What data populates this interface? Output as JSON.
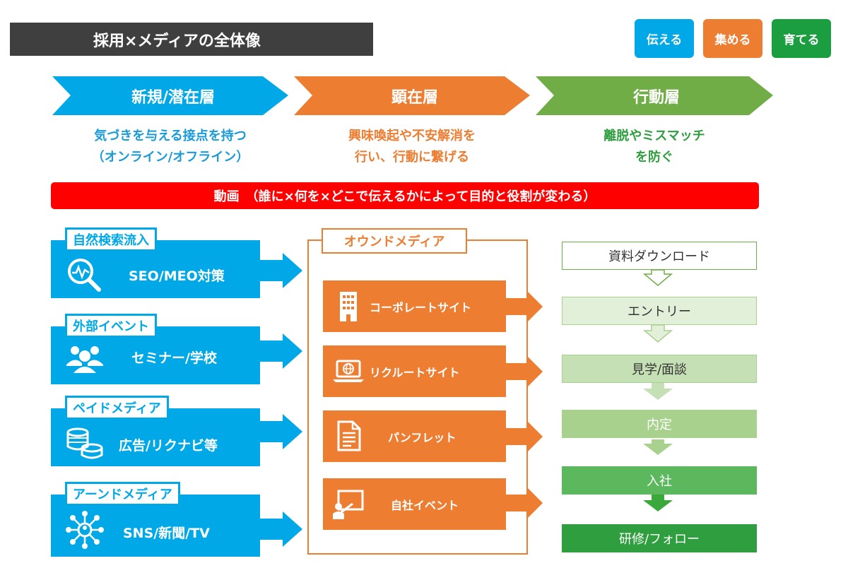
{
  "title": "採用×メディアの全体像",
  "legend": {
    "convey": "伝える",
    "collect": "集める",
    "nurture": "育てる"
  },
  "layers": [
    {
      "label": "新規/潜在層",
      "desc_line1": "気づきを与える接点を持つ",
      "desc_line2": "（オンライン/オフライン）",
      "color": "#00a8e8",
      "text_color": "#1a9bd8"
    },
    {
      "label": "顕在層",
      "desc_line1": "興味喚起や不安解消を",
      "desc_line2": "行い、行動に繋げる",
      "color": "#ed7d31",
      "text_color": "#ed7d31"
    },
    {
      "label": "行動層",
      "desc_line1": "離脱やミスマッチ",
      "desc_line2": "を防ぐ",
      "color": "#70ad47",
      "text_color": "#3a9a3a"
    }
  ],
  "video_banner": "動画　（誰に×何を×どこで伝えるかによって目的と役割が変わる）",
  "sources": [
    {
      "label": "自然検索流入",
      "item": "SEO/MEO対策",
      "icon": "magnifier-analytics-icon"
    },
    {
      "label": "外部イベント",
      "item": "セミナー/学校",
      "icon": "people-group-icon"
    },
    {
      "label": "ペイドメディア",
      "item": "広告/リクナビ等",
      "icon": "coins-icon"
    },
    {
      "label": "アーンドメディア",
      "item": "SNS/新聞/TV",
      "icon": "network-hub-icon"
    }
  ],
  "owned_media": {
    "label": "オウンドメディア",
    "items": [
      {
        "label": "コーポレートサイト",
        "icon": "building-icon"
      },
      {
        "label": "リクルートサイト",
        "icon": "laptop-globe-icon"
      },
      {
        "label": "パンフレット",
        "icon": "document-icon"
      },
      {
        "label": "自社イベント",
        "icon": "presentation-icon"
      }
    ]
  },
  "funnel_steps": [
    {
      "label": "資料ダウンロード",
      "fill": "#ffffff",
      "border": "#70ad47",
      "text": "#333333"
    },
    {
      "label": "エントリー",
      "fill": "#e2f0d9",
      "border": "#a9d18e",
      "text": "#333333"
    },
    {
      "label": "見学/面談",
      "fill": "#c5e0b4",
      "border": "#a9d18e",
      "text": "#333333"
    },
    {
      "label": "内定",
      "fill": "#a9d18e",
      "border": "#a9d18e",
      "text": "#ffffff"
    },
    {
      "label": "入社",
      "fill": "#5cb85c",
      "border": "#5cb85c",
      "text": "#ffffff"
    },
    {
      "label": "研修/フォロー",
      "fill": "#2e9e3e",
      "border": "#2e9e3e",
      "text": "#ffffff"
    }
  ]
}
